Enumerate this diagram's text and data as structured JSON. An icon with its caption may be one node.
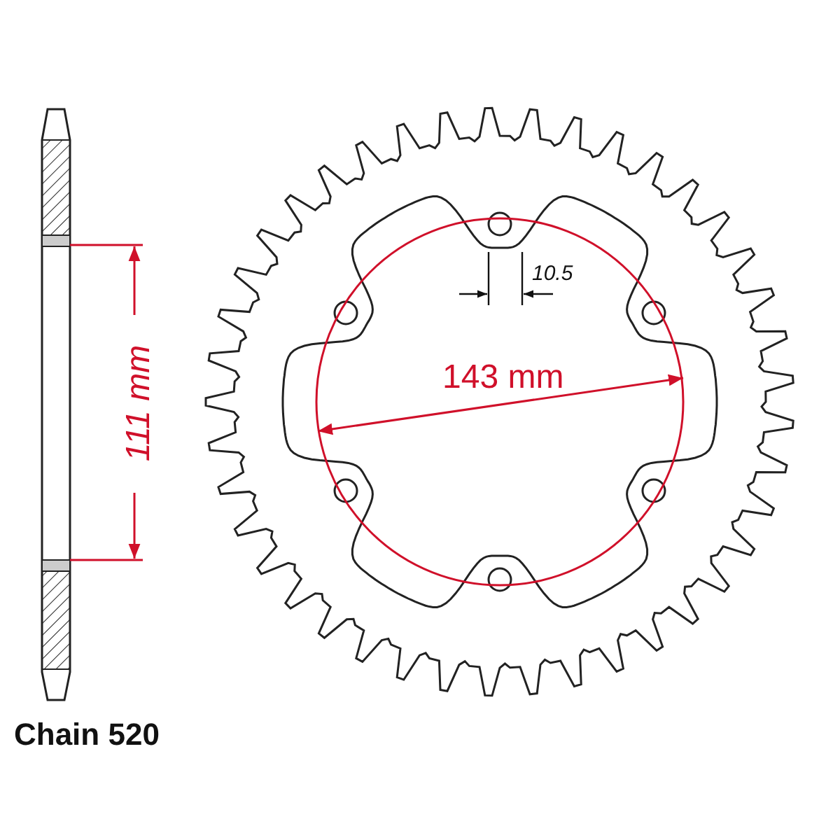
{
  "diagram": {
    "labels": [
      "111 mm",
      "10.5",
      "143 mm",
      "Chain 520"
    ]
  }
}
